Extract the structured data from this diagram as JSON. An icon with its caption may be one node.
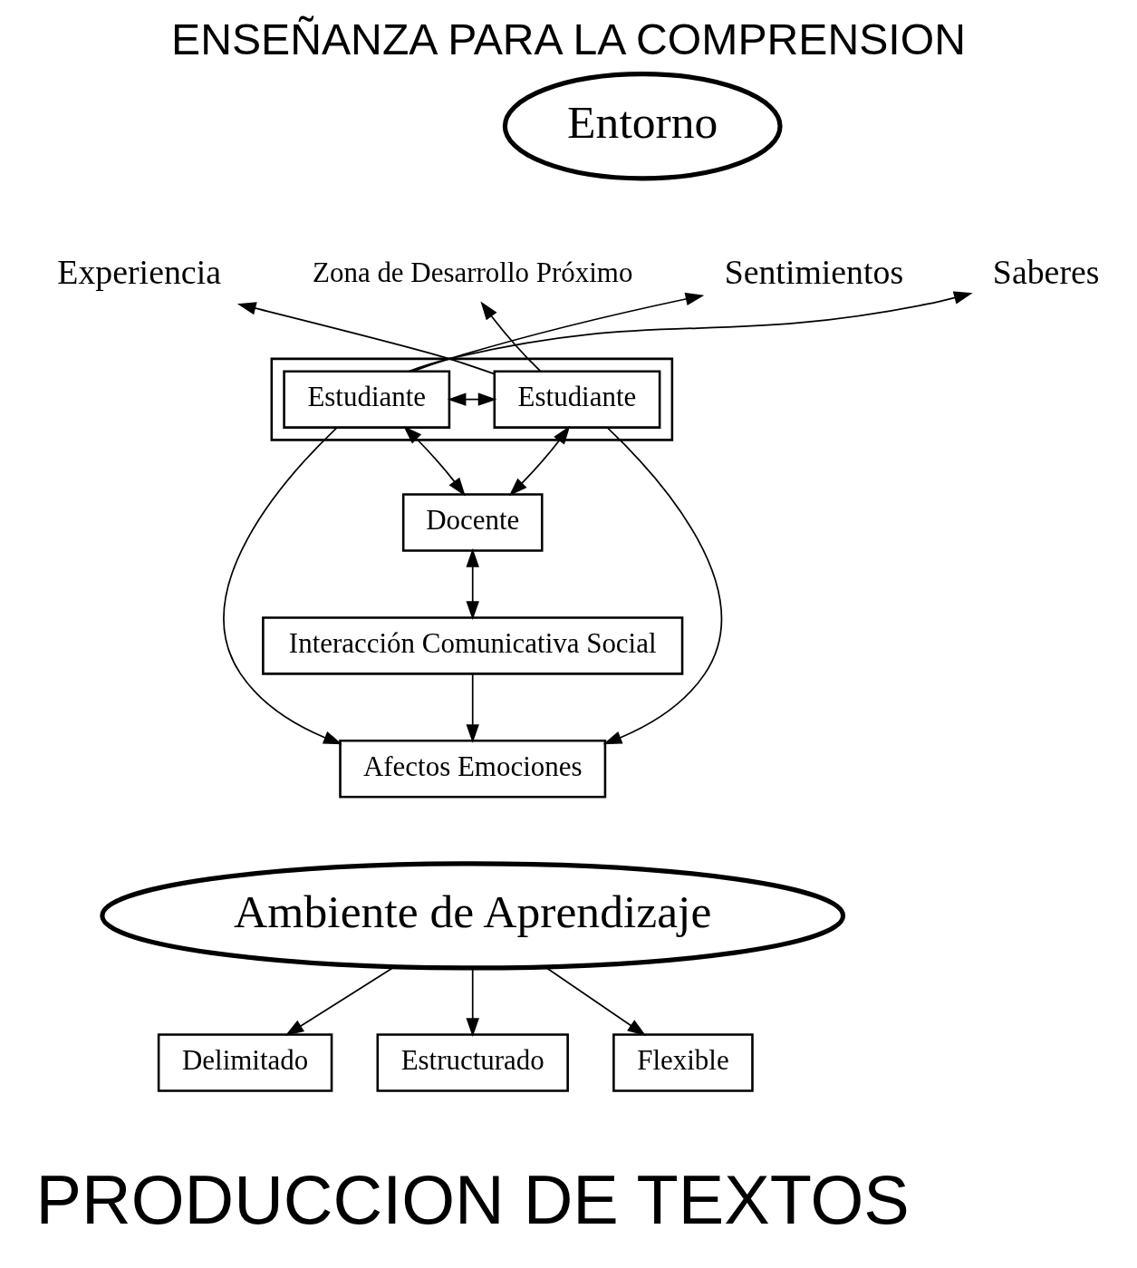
{
  "diagram": {
    "title": "ENSEÑANZA PARA LA COMPRENSION",
    "caption": "PRODUCCION DE TEXTOS",
    "nodes": [
      {
        "text": [
          "Entorno"
        ]
      },
      {
        "text": [
          "Ambiente de Aprendizaje"
        ]
      },
      {
        "text": [],
        "shape": "box"
      },
      {
        "text": [
          "Estudiante"
        ],
        "in": 2
      },
      {
        "text": [
          "Estudiante"
        ],
        "in": 2
      },
      {
        "text": [
          "Experiencia"
        ]
      },
      {
        "text": [
          "Zona de Desarrollo Próximo"
        ]
      },
      {
        "text": [
          "Sentimientos"
        ]
      },
      {
        "text": [
          "Saberes"
        ]
      },
      {
        "text": [
          "Docente"
        ]
      },
      {
        "text": [
          "Interacción Comunicativa Social"
        ]
      },
      {
        "text": [
          "Afectos Emociones"
        ]
      },
      {
        "text": [
          "Delimitado"
        ]
      },
      {
        "text": [
          "Estructurado"
        ]
      },
      {
        "text": [
          "Flexible"
        ]
      }
    ],
    "edges": [
      {
        "from": 3,
        "to": 4,
        "arrow": "both"
      },
      {
        "from": 3,
        "to": 5,
        "arrow": "to"
      },
      {
        "from": 3,
        "to": 6,
        "arrow": "to"
      },
      {
        "from": 4,
        "to": 7,
        "arrow": "to"
      },
      {
        "from": 4,
        "to": 8,
        "arrow": "to"
      },
      {
        "from": 9,
        "to": 3,
        "arrow": "both"
      },
      {
        "from": 9,
        "to": 4,
        "arrow": "both"
      },
      {
        "from": 9,
        "to": 10,
        "arrow": "both"
      },
      {
        "from": 10,
        "to": 11,
        "arrow": "to"
      },
      {
        "from": 3,
        "to": 11,
        "arrow": "to"
      },
      {
        "from": 4,
        "to": 11,
        "arrow": "to"
      },
      {
        "from": 1,
        "to": 12,
        "arrow": "to"
      },
      {
        "from": 1,
        "to": 13,
        "arrow": "to"
      },
      {
        "from": 1,
        "to": 14,
        "arrow": "to"
      }
    ]
  }
}
